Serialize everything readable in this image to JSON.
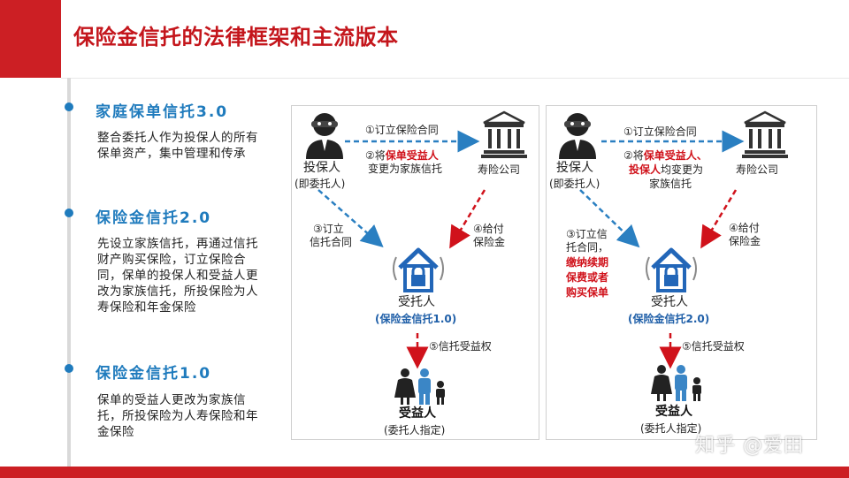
{
  "title": "保险金信托的法律框架和主流版本",
  "sections": [
    {
      "heading": "家庭保单信托3.0",
      "body": "整合委托人作为投保人的所有保单资产，集中管理和传承"
    },
    {
      "heading": "保险金信托2.0",
      "body": "先设立家族信托，再通过信托财产购买保险，订立保险合同，保单的投保人和受益人更改为家族信托，所投保险为人寿保险和年金保险"
    },
    {
      "heading": "保险金信托1.0",
      "body": "保单的受益人更改为家族信托，所投保险为人寿保险和年金保险"
    }
  ],
  "diagram1": {
    "policyholder": "投保人",
    "policyholder_note": "(即委托人)",
    "insurer": "寿险公司",
    "step1": "①订立保险合同",
    "step2_prefix": "②将",
    "step2_highlight": "保单受益人",
    "step2_suffix": "变更为家族信托",
    "step3_line1": "③订立",
    "step3_line2": "信托合同",
    "step4_line1": "④给付",
    "step4_line2": "保险金",
    "trustee": "受托人",
    "trustee_version": "(保险金信托1.0)",
    "step5": "⑤信托受益权",
    "beneficiary": "受益人",
    "beneficiary_note": "(委托人指定)"
  },
  "diagram2": {
    "policyholder": "投保人",
    "policyholder_note": "(即委托人)",
    "insurer": "寿险公司",
    "step1": "①订立保险合同",
    "step2_prefix": "②将",
    "step2_highlight_a": "保单受益人、",
    "step2_highlight_b": "投保人",
    "step2_mid": "均变更为",
    "step2_suffix": "家族信托",
    "step3_line1": "③订立信",
    "step3_line2": "托合同，",
    "step3_red1": "缴纳续期",
    "step3_red2": "保费或者",
    "step3_red3": "购买保单",
    "step4_line1": "④给付",
    "step4_line2": "保险金",
    "trustee": "受托人",
    "trustee_version": "(保险金信托2.0)",
    "step5": "⑤信托受益权",
    "beneficiary": "受益人",
    "beneficiary_note": "(委托人指定)"
  },
  "watermark": "知乎 @爱田",
  "colors": {
    "brand_red": "#cc1f24",
    "accent_blue": "#1f7bbd",
    "arrow_blue": "#2a7fc1",
    "arrow_red": "#d0121b"
  }
}
